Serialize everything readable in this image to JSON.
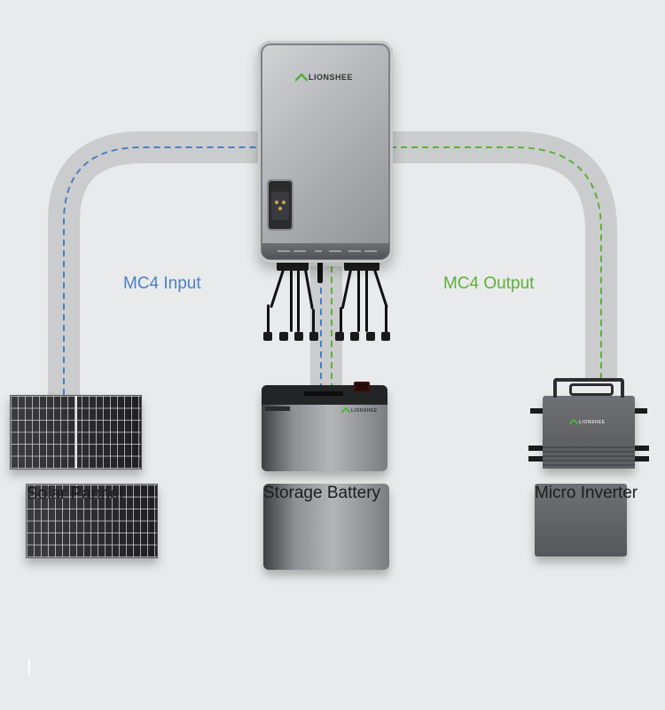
{
  "colors": {
    "background": "#e9eaeb",
    "path_band": "#cbcccd",
    "input_line": "#4a80c2",
    "output_line": "#5db13a",
    "brand_green": "#4fb03a"
  },
  "hub": {
    "brand": "LIONSHEE"
  },
  "flows": {
    "input_label": "MC4 Input",
    "output_label": "MC4 Output"
  },
  "devices": [
    {
      "id": "solar",
      "caption": "Solar Pannel"
    },
    {
      "id": "battery",
      "caption": "Storage Battery",
      "brand": "LIONSHEE"
    },
    {
      "id": "micro",
      "caption": "Micro Inverter",
      "brand": "LIONSHEE"
    }
  ]
}
